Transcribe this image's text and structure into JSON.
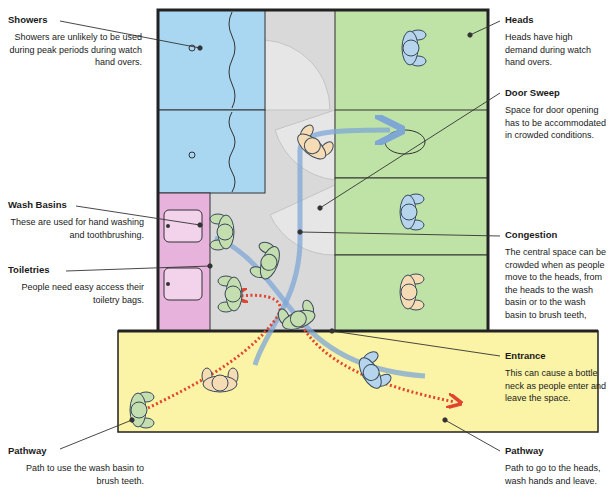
{
  "diagram": {
    "labels": [
      "Showers",
      "Showers are unlikely to be used during peak periods during watch hand overs.",
      "Wash Basins",
      "These are used for hand washing and toothbrushing.",
      "Toiletries",
      "People need easy access their toiletry bags.",
      "Pathway",
      "Path to use the wash basin to brush teeth.",
      "Heads",
      "Heads have high demand during watch hand overs.",
      "Door Sweep",
      "Space for door opening has to be accommodated in crowded conditions.",
      "Congestion",
      "The central space can be crowded when as people move to the heads, from the heads to the wash basin or to the wash basin to brush teeth,",
      "Entrance",
      "This can cause a bottle neck as people enter and leave the space.",
      "Pathway",
      "Path to go to the heads, wash hands and leave."
    ]
  }
}
